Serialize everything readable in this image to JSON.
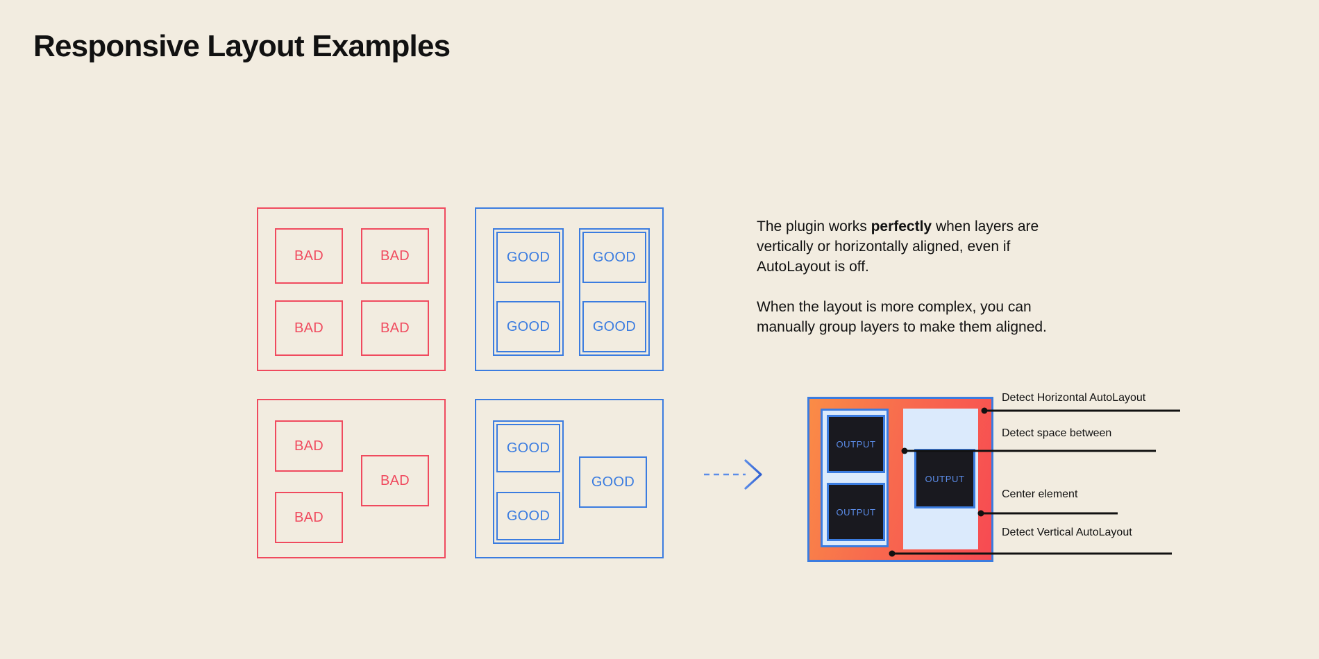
{
  "page": {
    "title": "Responsive Layout Examples",
    "background_color": "#f2ece0"
  },
  "colors": {
    "background": "#f2ece0",
    "bad_red": "#f04a5e",
    "good_blue": "#3b7ce0",
    "text_dark": "#111111",
    "detect_orange": "#fa8c46",
    "detect_red": "#f74a52",
    "detect_panel_light": "#dbeafc",
    "output_fill": "#19191f",
    "output_text": "#5b8ce8"
  },
  "examples": {
    "panels": [
      {
        "id": "bad-grid",
        "kind": "bad",
        "label_text": "BAD",
        "cells": [
          "BAD",
          "BAD",
          "BAD",
          "BAD"
        ]
      },
      {
        "id": "good-grid",
        "kind": "good",
        "label_text": "GOOD",
        "cells": [
          "GOOD",
          "GOOD",
          "GOOD",
          "GOOD"
        ]
      },
      {
        "id": "bad-complex",
        "kind": "bad",
        "label_text": "BAD",
        "cells": [
          "BAD",
          "BAD",
          "BAD"
        ]
      },
      {
        "id": "good-complex",
        "kind": "good",
        "label_text": "GOOD",
        "cells": [
          "GOOD",
          "GOOD",
          "GOOD"
        ]
      }
    ]
  },
  "copy": {
    "paragraph1_part1": "The plugin works ",
    "paragraph1_emphasis": "perfectly",
    "paragraph1_part2": " when layers are vertically or horizontally aligned, even if AutoLayout is off.",
    "paragraph2": "When the layout is more complex, you can manually group layers to make them aligned."
  },
  "arrow": {
    "icon": "arrow-right-dashed-icon"
  },
  "detection": {
    "output_label": "OUTPUT",
    "outputs": [
      "OUTPUT",
      "OUTPUT",
      "OUTPUT"
    ],
    "annotations": [
      {
        "id": "detect-horizontal-autolayout",
        "label": "Detect Horizontal AutoLayout"
      },
      {
        "id": "detect-space-between",
        "label": "Detect space between"
      },
      {
        "id": "center-element",
        "label": "Center element"
      },
      {
        "id": "detect-vertical-autolayout",
        "label": "Detect Vertical AutoLayout"
      }
    ]
  }
}
